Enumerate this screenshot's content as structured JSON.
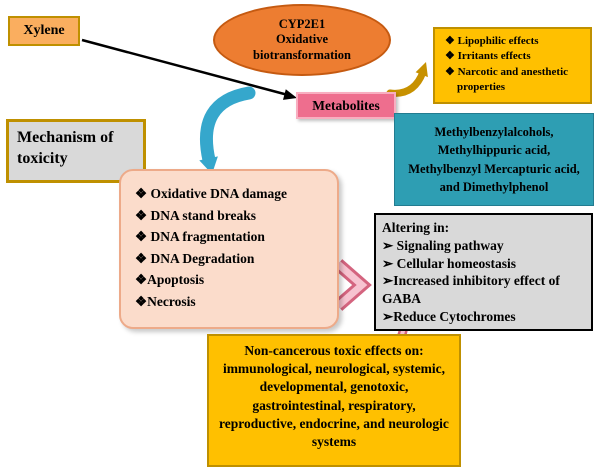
{
  "diagram": {
    "xylene": "Xylene",
    "cyp2e1": "CYP2E1\nOxidative\nbiotransformation",
    "metabolites": "Metabolites",
    "effects_items": [
      "❖  Lipophilic effects",
      "❖  Irritants effects",
      "❖  Narcotic and anesthetic properties"
    ],
    "metabolite_products": "Methylbenzylalcohols,\nMethylhippuric acid,\nMethylbenzyl Mercapturic acid,\nand Dimethylphenol",
    "mechanism": "Mechanism of toxicity",
    "dna_items": [
      "❖ Oxidative DNA damage",
      "❖ DNA stand breaks",
      "❖ DNA fragmentation",
      "❖ DNA Degradation",
      "❖Apoptosis",
      "❖Necrosis"
    ],
    "altering_title": "Altering in:",
    "altering_items": [
      "➢ Signaling pathway",
      "➢ Cellular homeostasis",
      "➢Increased inhibitory effect of GABA",
      "➢Reduce Cytochromes"
    ],
    "noncancerous": "Non-cancerous toxic effects on: immunological, neurological, systemic, developmental, genotoxic, gastrointestinal, respiratory, reproductive, endocrine, and neurologic systems"
  },
  "colors": {
    "gold_fill": "#FFC000",
    "gold_border": "#BF9000",
    "ellipse_fill": "#ED7D31",
    "ellipse_border": "#C55A11",
    "xylene_fill": "#FAAE5F",
    "metabolites_fill": "#EE6E8E",
    "teal_fill": "#2E9EB3",
    "gray_fill": "#D9D9D9",
    "peach_fill": "#FBDCCB",
    "black_arrow": "#000000",
    "teal_arrow": "#35A7CC",
    "gold_arrow": "#C79100",
    "pink_arrow": "#E8849E",
    "pink_arrow_dark": "#D4647F",
    "pink_arrow_light": "#F7C3D0"
  }
}
